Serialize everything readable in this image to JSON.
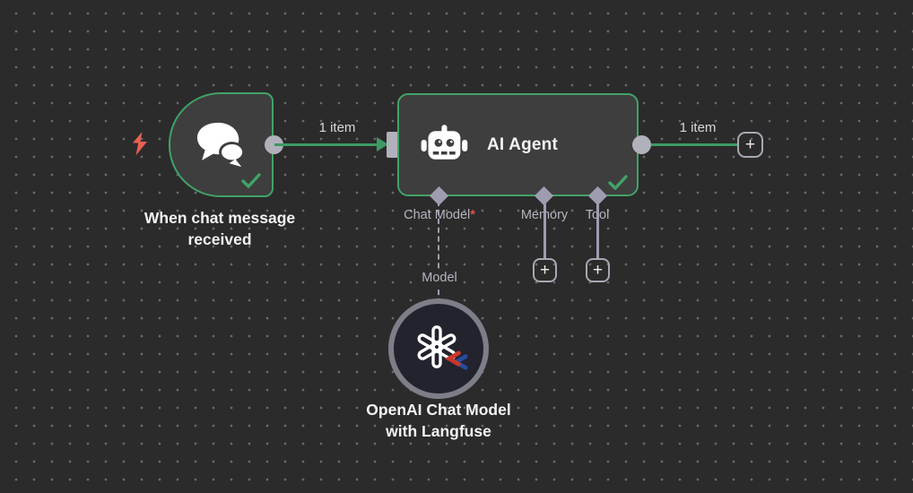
{
  "canvas": {
    "background": "#2b2b2b",
    "dot_color": "#6a6a6a",
    "accent_green": "#41a368",
    "wire_green": "#3d9a64",
    "endpoint_gray": "#b1b1bc",
    "port_gray": "#9d9daf",
    "trigger_bolt_red": "#e9604f",
    "required_red": "#e0504a",
    "model_circle_fill": "#23232e",
    "model_circle_border": "#7e7e88"
  },
  "trigger_node": {
    "label": "When chat message received",
    "icon": "chat-bubbles",
    "status": "success"
  },
  "agent_node": {
    "title": "AI Agent",
    "icon": "robot",
    "status": "success",
    "ports": {
      "chat_model": {
        "label": "Chat Model",
        "required_mark": "*"
      },
      "memory": {
        "label": "Memory"
      },
      "tool": {
        "label": "Tool"
      }
    }
  },
  "model_node": {
    "label_line1": "OpenAI Chat Model",
    "label_line2": "with Langfuse",
    "icon": "openai-logo",
    "badge_icon": "langfuse"
  },
  "connections": {
    "trigger_to_agent_label": "1 item",
    "agent_output_label": "1 item",
    "model_link_label": "Model"
  },
  "ui": {
    "plus": "+"
  }
}
